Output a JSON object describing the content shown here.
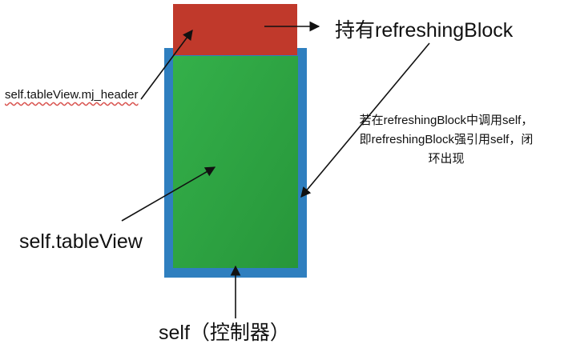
{
  "labels": {
    "header": "self.tableView.mj_header",
    "refreshing_block": "持有refreshingBlock",
    "table_view": "self.tableView",
    "controller": "self（控制器）",
    "note": "若在refreshingBlock中调用self，即refreshingBlock强引用self，闭环出现"
  },
  "colors": {
    "header_block": "#c0392b",
    "table_view_block": "#2ea843",
    "controller_block": "#2f7fbf",
    "arrow": "#111111"
  }
}
